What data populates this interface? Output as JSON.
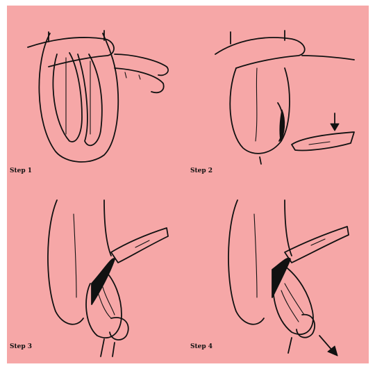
{
  "steps": [
    {
      "label": "Step 1"
    },
    {
      "label": "Step 2"
    },
    {
      "label": "Step 3"
    },
    {
      "label": "Step 4"
    }
  ],
  "colors": {
    "background": "#f6a7a7",
    "ink": "#111111"
  }
}
